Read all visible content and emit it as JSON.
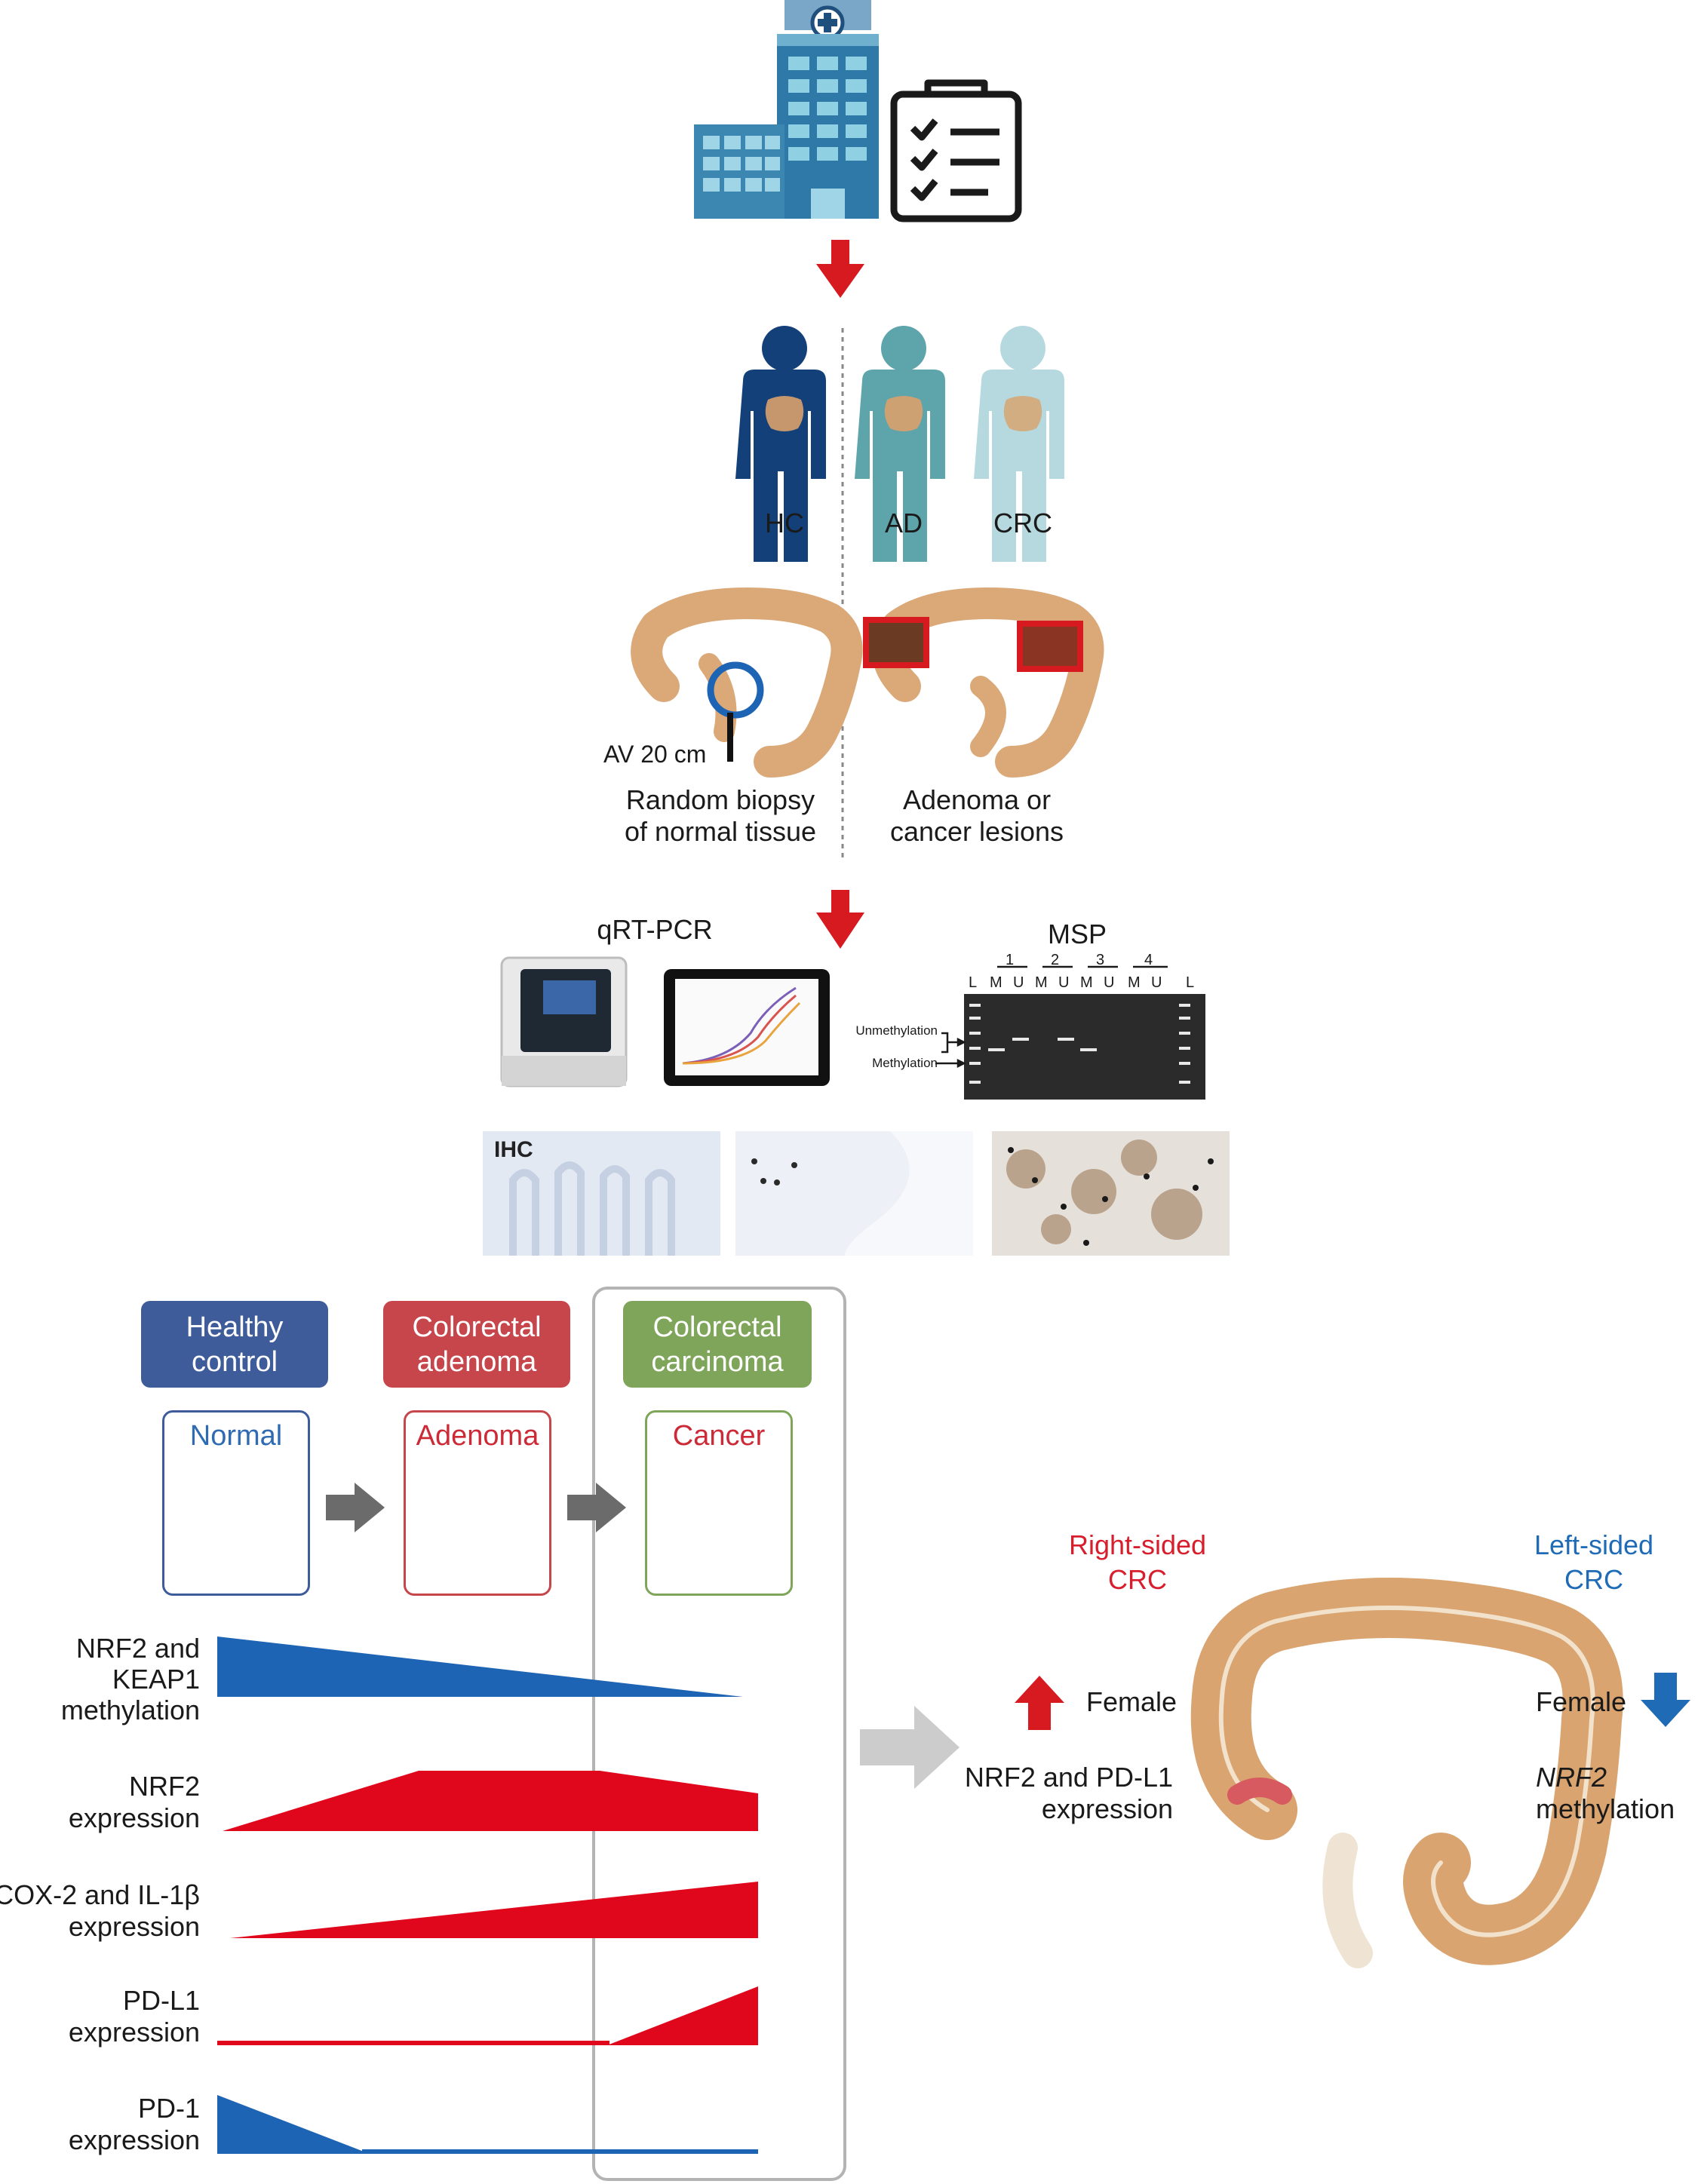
{
  "groups": {
    "hc": "HC",
    "ad": "AD",
    "crc": "CRC"
  },
  "biopsy": {
    "av_label": "AV 20 cm",
    "normal_line1": "Random biopsy",
    "normal_line2": "of normal tissue",
    "lesion_line1": "Adenoma or",
    "lesion_line2": "cancer lesions"
  },
  "assays": {
    "qrtpcr": "qRT-PCR",
    "msp": "MSP",
    "msp_lane_groups": [
      "1",
      "2",
      "3",
      "4"
    ],
    "msp_lane_letters": [
      "L",
      "M",
      "U",
      "M",
      "U",
      "M",
      "U",
      "M",
      "U",
      "L"
    ],
    "unmethylation": "Unmethylation",
    "methylation": "Methylation",
    "ihc": "IHC"
  },
  "stages": [
    {
      "header_line1": "Healthy",
      "header_line2": "control",
      "tissue": "Normal",
      "header_color": "#3f5c9a",
      "tissue_color": "#2f6bb3"
    },
    {
      "header_line1": "Colorectal",
      "header_line2": "adenoma",
      "tissue": "Adenoma",
      "header_color": "#c6464c",
      "tissue_color": "#cc2a36"
    },
    {
      "header_line1": "Colorectal",
      "header_line2": "carcinoma",
      "tissue": "Cancer",
      "header_color": "#7fa55a",
      "tissue_color": "#cc2a36"
    }
  ],
  "trends": [
    {
      "line1": "NRF2 and",
      "line2": "KEAP1",
      "line3": "methylation",
      "color": "#1e64b4"
    },
    {
      "line1": "NRF2",
      "line2": "expression",
      "color": "#e0061b"
    },
    {
      "line1": "COX-2 and IL-1β",
      "line2": "expression",
      "color": "#e0061b"
    },
    {
      "line1": "PD-L1",
      "line2": "expression",
      "color": "#e0061b"
    },
    {
      "line1": "PD-1",
      "line2": "expression",
      "color": "#1e64b4"
    }
  ],
  "sidedness": {
    "right_title1": "Right-sided",
    "right_title2": "CRC",
    "right_female": "Female",
    "right_expr1": "NRF2 and PD-L1",
    "right_expr2": "expression",
    "left_title1": "Left-sided",
    "left_title2": "CRC",
    "left_female": "Female",
    "left_expr1": "NRF2",
    "left_expr2": "methylation",
    "right_color": "#d81e2c",
    "left_color": "#1f6bb5"
  }
}
